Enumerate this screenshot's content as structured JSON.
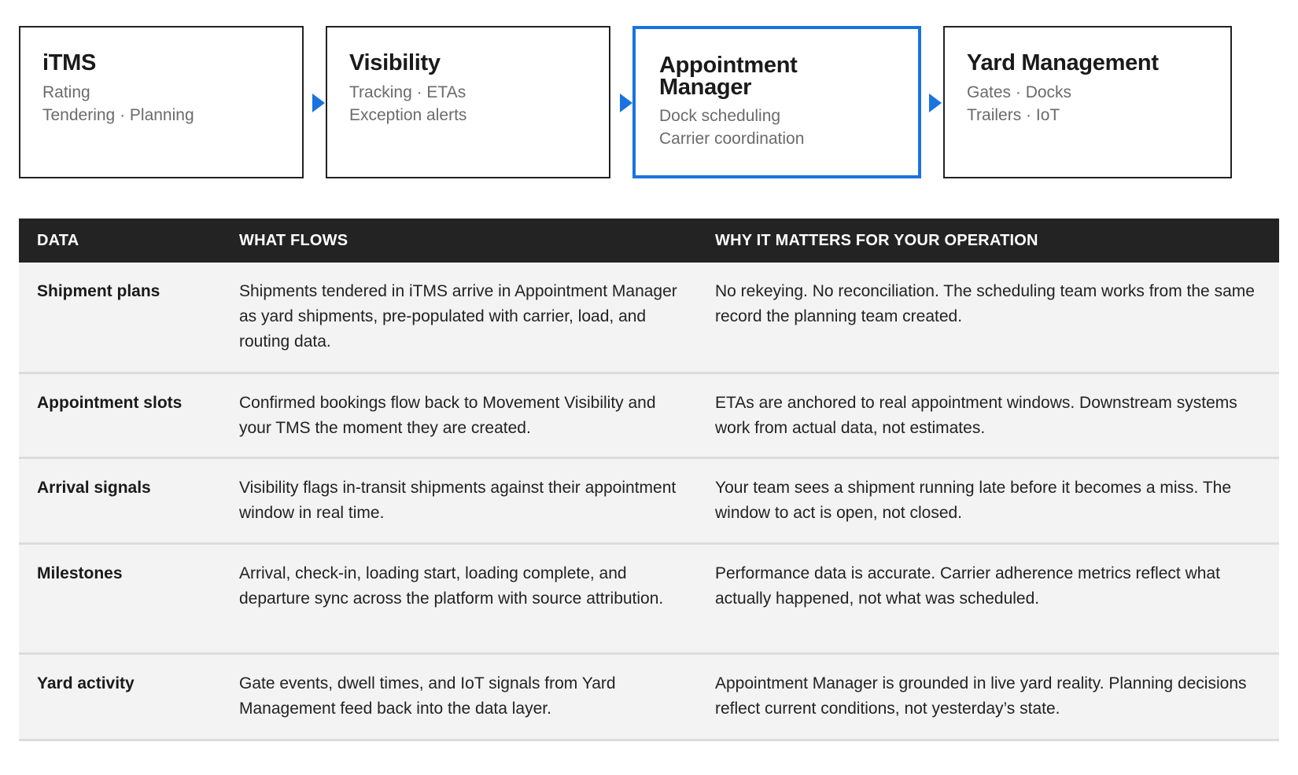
{
  "flow": {
    "cards": [
      {
        "title": "iTMS",
        "lines": [
          "Rating",
          "Tendering · Planning"
        ],
        "active": false
      },
      {
        "title": "Visibility",
        "lines": [
          "Tracking · ETAs",
          "Exception alerts"
        ],
        "active": false
      },
      {
        "title": "Appointment Manager",
        "lines": [
          "Dock scheduling",
          "Carrier coordination"
        ],
        "active": true
      },
      {
        "title": "Yard Management",
        "lines": [
          "Gates · Docks",
          "Trailers · IoT"
        ],
        "active": false
      }
    ],
    "accent_color": "#1a73e0"
  },
  "table": {
    "headers": [
      "DATA",
      "WHAT FLOWS",
      "WHY IT MATTERS FOR YOUR OPERATION"
    ],
    "rows": [
      {
        "data": "Shipment plans",
        "flows": "Shipments tendered in iTMS arrive in Appointment Manager as yard shipments, pre-populated with carrier, load, and routing data.",
        "why": "No rekeying. No reconciliation. The scheduling team works from the same record the planning team created."
      },
      {
        "data": "Appointment slots",
        "flows": "Confirmed bookings flow back to Movement Visibility and your TMS the moment they are created.",
        "why": "ETAs are anchored to real appointment windows. Downstream systems work from actual data, not estimates."
      },
      {
        "data": "Arrival signals",
        "flows": "Visibility flags in-transit shipments against their appointment window in real time.",
        "why": "Your team sees a shipment running late before it becomes a miss. The window to act is open, not closed."
      },
      {
        "data": "Milestones",
        "flows": "Arrival, check-in, loading start, loading complete, and departure sync across the platform with source attribution.",
        "why": "Performance data is accurate. Carrier adherence metrics reflect what actually happened, not what was scheduled."
      },
      {
        "data": "Yard activity",
        "flows": "Gate events, dwell times, and IoT signals from Yard Management feed back into the data layer.",
        "why": "Appointment Manager is grounded in live yard reality. Planning decisions reflect current conditions, not yesterday’s state."
      }
    ]
  }
}
